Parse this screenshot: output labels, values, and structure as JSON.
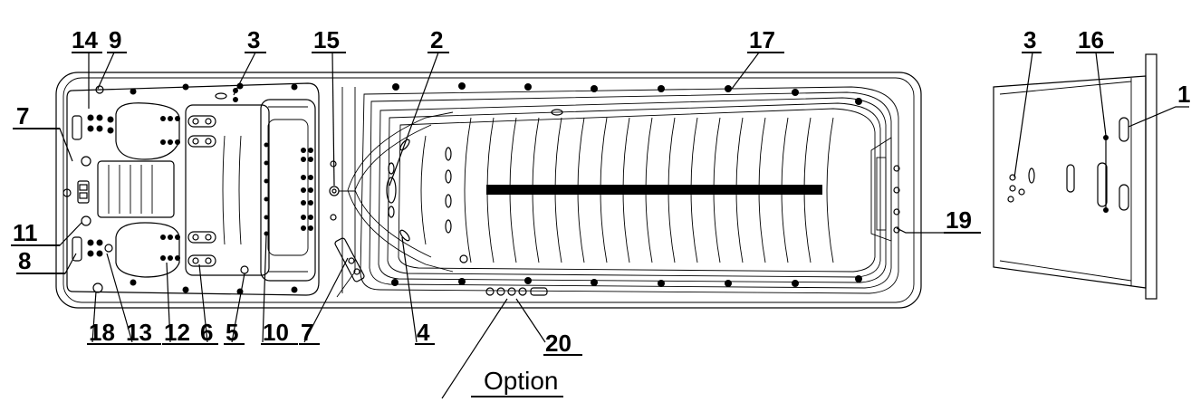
{
  "callouts": {
    "c1": "1",
    "c2": "2",
    "c3a": "3",
    "c3b": "3",
    "c4": "4",
    "c5": "5",
    "c6": "6",
    "c7a": "7",
    "c7b": "7",
    "c8": "8",
    "c9": "9",
    "c10": "10",
    "c11": "11",
    "c12": "12",
    "c13": "13",
    "c14": "14",
    "c15": "15",
    "c16": "16",
    "c17": "17",
    "c18": "18",
    "c19": "19",
    "c20": "20"
  },
  "option_label": "Option",
  "icons": {
    "jet": "jet-fitting-icon",
    "light": "led-light-icon",
    "valve": "air-valve-icon",
    "drain": "drain-icon"
  },
  "colors": {
    "line": "#000000",
    "background": "#ffffff"
  }
}
